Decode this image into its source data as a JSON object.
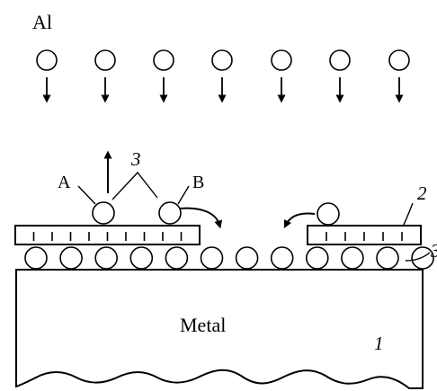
{
  "labels": {
    "element": "Al",
    "metal": "Metal",
    "substrate_number": "1",
    "film_number": "2",
    "adatom_number": "3",
    "surface_layer_number": "3",
    "atom_a": "A",
    "atom_b": "B"
  },
  "colors": {
    "stroke": "#000000",
    "fill": "#ffffff"
  }
}
